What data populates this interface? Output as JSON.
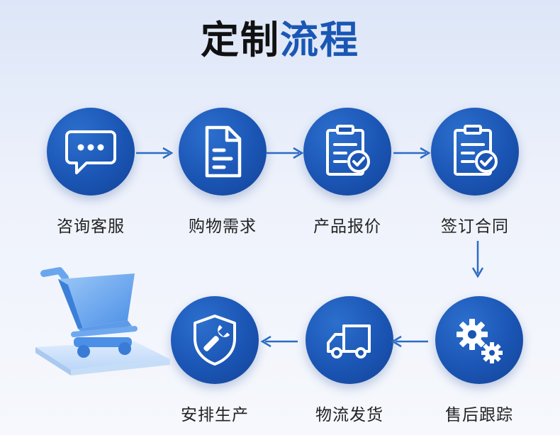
{
  "title": {
    "part1": "定制",
    "part2": "流程"
  },
  "steps": [
    {
      "label": "咨询客服",
      "icon": "chat-bubble-icon"
    },
    {
      "label": "购物需求",
      "icon": "document-icon"
    },
    {
      "label": "产品报价",
      "icon": "clipboard-check-icon"
    },
    {
      "label": "签订合同",
      "icon": "clipboard-check-icon"
    },
    {
      "label": "售后跟踪",
      "icon": "gears-icon"
    },
    {
      "label": "物流发货",
      "icon": "truck-icon"
    },
    {
      "label": "安排生产",
      "icon": "shield-wrench-icon"
    }
  ],
  "colors": {
    "accent": "#1a57b4",
    "circle": "#1b55b4",
    "arrow": "#2b6cc4"
  }
}
